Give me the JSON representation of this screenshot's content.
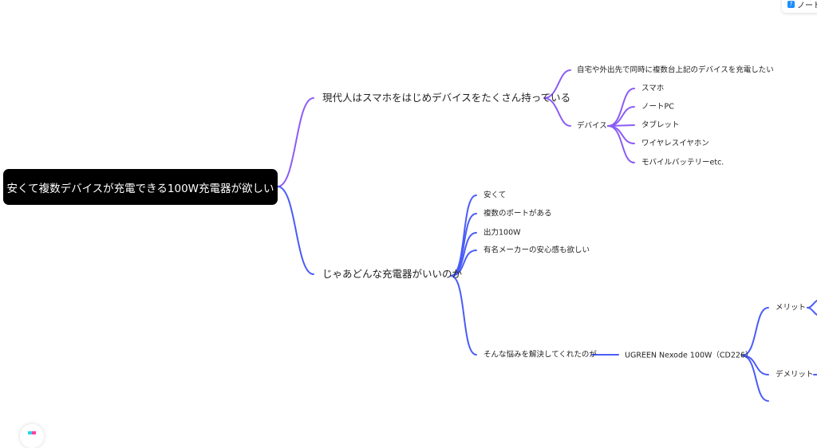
{
  "toolbar": {
    "note_label": "ノート",
    "note_icon": "note-icon"
  },
  "mindmap": {
    "root": "安くて複数デバイスが充電できる100W充電器が欲しい",
    "colors": {
      "branch_purple": "#8b5cf6",
      "branch_blue": "#4a5cf7",
      "root_bg": "#000000"
    },
    "branch_a": {
      "label": "現代人はスマホをはじめデバイスをたくさん持っている",
      "children": [
        {
          "label": "自宅や外出先で同時に複数台上記のデバイスを充電したい"
        },
        {
          "label": "デバイス",
          "children": [
            "スマホ",
            "ノートPC",
            "タブレット",
            "ワイヤレスイヤホン",
            "モバイルバッテリーetc."
          ]
        }
      ]
    },
    "branch_b": {
      "label": "じゃあどんな充電器がいいのか",
      "children": [
        "安くて",
        "複数のポートがある",
        "出力100W",
        "有名メーカーの安心感も欲しい",
        "そんな悩みを解決してくれたのが"
      ],
      "product": "UGREEN Nexode 100W（CD226）",
      "product_children": [
        "メリット",
        "デメリット"
      ]
    }
  }
}
